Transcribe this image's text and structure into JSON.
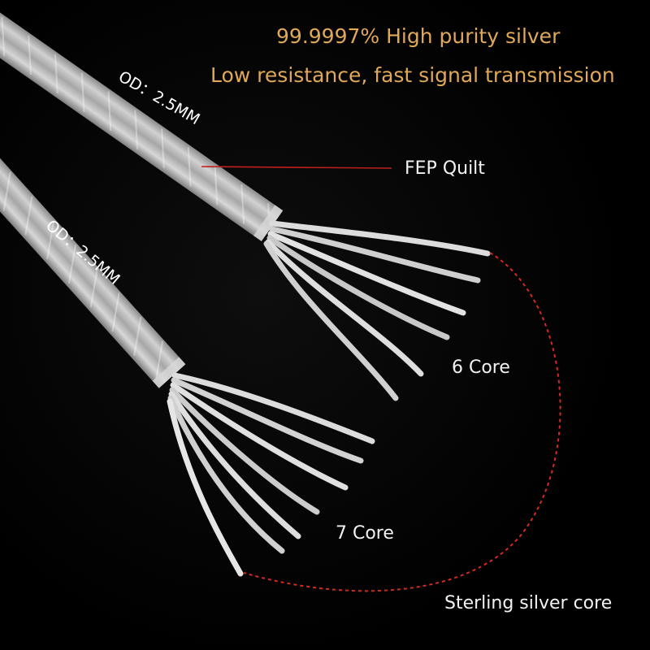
{
  "headline": {
    "line1": "99.9997% High purity silver",
    "line2": "Low resistance, fast signal transmission"
  },
  "labels": {
    "od_upper": "OD：2.5MM",
    "od_lower": "OD：2.5MM",
    "fep": "FEP Quilt",
    "core6": "6 Core",
    "core7": "7 Core",
    "sterling": "Sterling silver core"
  },
  "colors": {
    "headline": "#e0a857",
    "leader_line": "#c0201d",
    "dashed_arc": "#d42a24",
    "label_text": "#f2f2f2",
    "background": "#000000"
  }
}
